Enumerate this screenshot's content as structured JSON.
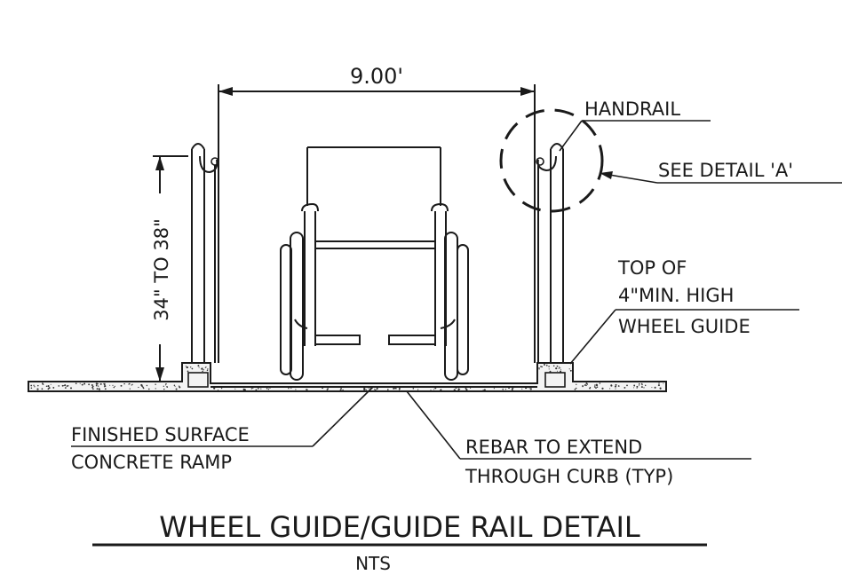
{
  "dimension": {
    "width_label": "9.00'",
    "height_label": "34\" TO 38\""
  },
  "callouts": {
    "handrail": "HANDRAIL",
    "see_detail": "SEE DETAIL 'A'",
    "wheel_guide_line1": "TOP OF",
    "wheel_guide_line2": "4\"MIN. HIGH",
    "wheel_guide_line3": "WHEEL GUIDE",
    "surface_line1": "FINISHED SURFACE",
    "surface_line2": "CONCRETE RAMP",
    "rebar_line1": "REBAR TO EXTEND",
    "rebar_line2": "THROUGH CURB (TYP)"
  },
  "title": "WHEEL GUIDE/GUIDE RAIL DETAIL",
  "scale_note": "NTS"
}
